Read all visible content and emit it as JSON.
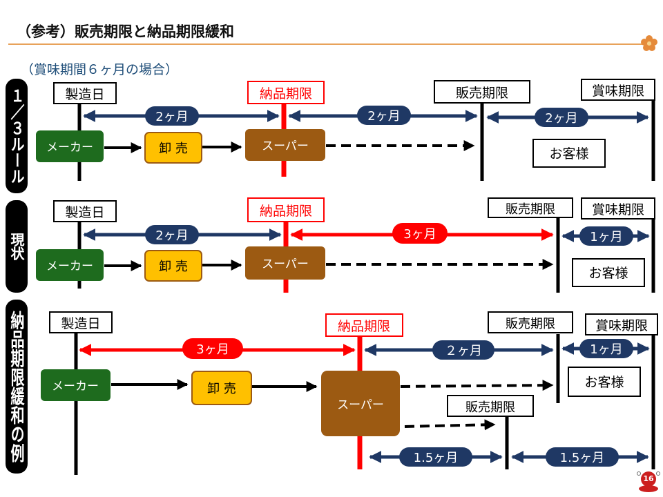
{
  "header": {
    "title": "（参考）販売期限と納品期限緩和",
    "subtitle": "（賞味期間６ヶ月の場合）"
  },
  "footer": {
    "page_number": "16"
  },
  "colors": {
    "navy": "#1f3864",
    "red": "#ff0000",
    "green": "#1e6b1e",
    "orange": "#ffc000",
    "brown": "#9c5a12",
    "black": "#000000"
  },
  "rows": [
    {
      "side_label": "１／３ルール",
      "milestones": {
        "manufacture": "製造日",
        "delivery_limit": "納品期限",
        "sale_limit": "販売期限",
        "best_before": "賞味期限"
      },
      "durations": [
        "2ヶ月",
        "2ヶ月",
        "2ヶ月"
      ],
      "actors": {
        "maker": "メーカー",
        "wholesale": "卸 売",
        "super": "スーパー",
        "customer": "お客様"
      }
    },
    {
      "side_label": "現状",
      "milestones": {
        "manufacture": "製造日",
        "delivery_limit": "納品期限",
        "sale_limit": "販売期限",
        "best_before": "賞味期限"
      },
      "durations": [
        "2ヶ月",
        "3ヶ月",
        "1ヶ月"
      ],
      "actors": {
        "maker": "メーカー",
        "wholesale": "卸 売",
        "super": "スーパー",
        "customer": "お客様"
      }
    },
    {
      "side_label": "納品期限緩和の例",
      "milestones": {
        "manufacture": "製造日",
        "delivery_limit": "納品期限",
        "sale_limit": "販売期限",
        "sale_limit_alt": "販売期限",
        "best_before": "賞味期限"
      },
      "durations": [
        "3ヶ月",
        "２ヶ月",
        "1ヶ月",
        "1.5ヶ月",
        "1.5ヶ月"
      ],
      "actors": {
        "maker": "メーカー",
        "wholesale": "卸 売",
        "super": "スーパー",
        "customer": "お客様"
      }
    }
  ]
}
